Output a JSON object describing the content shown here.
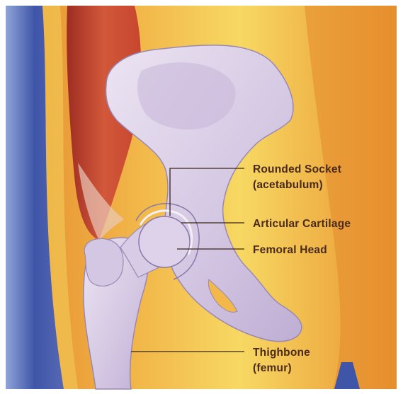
{
  "labels": {
    "rounded_socket_line1": "Rounded Socket",
    "rounded_socket_line2": "(acetabulum)",
    "articular_cartilage": "Articular Cartilage",
    "femoral_head": "Femoral Head",
    "thighbone_line1": "Thighbone",
    "thighbone_line2": "(femur)"
  },
  "colors": {
    "background_orange": "#e8922e",
    "background_yellow": "#f6d35a",
    "muscle_red": "#c8452e",
    "skin_blue": "#4a5aa8",
    "bone_lavender": "#d9cde6",
    "label_text": "#4a2a1a",
    "leader_line": "#3a2418"
  }
}
